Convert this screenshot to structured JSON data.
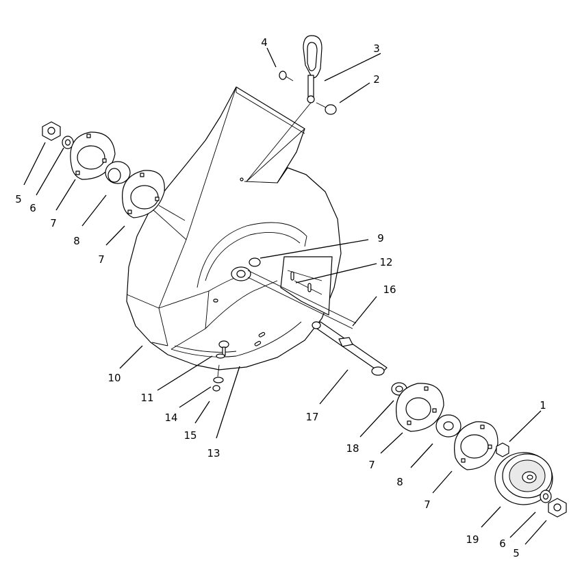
{
  "diagram": {
    "type": "exploded-parts-view",
    "callouts": [
      {
        "id": "c1",
        "text": "1"
      },
      {
        "id": "c2",
        "text": "2"
      },
      {
        "id": "c3",
        "text": "3"
      },
      {
        "id": "c4",
        "text": "4"
      },
      {
        "id": "c5a",
        "text": "5"
      },
      {
        "id": "c6a",
        "text": "6"
      },
      {
        "id": "c7a",
        "text": "7"
      },
      {
        "id": "c8a",
        "text": "8"
      },
      {
        "id": "c7b",
        "text": "7"
      },
      {
        "id": "c9",
        "text": "9"
      },
      {
        "id": "c12",
        "text": "12"
      },
      {
        "id": "c16",
        "text": "16"
      },
      {
        "id": "c10",
        "text": "10"
      },
      {
        "id": "c11",
        "text": "11"
      },
      {
        "id": "c14",
        "text": "14"
      },
      {
        "id": "c15",
        "text": "15"
      },
      {
        "id": "c13",
        "text": "13"
      },
      {
        "id": "c17",
        "text": "17"
      },
      {
        "id": "c18",
        "text": "18"
      },
      {
        "id": "c7c",
        "text": "7"
      },
      {
        "id": "c8b",
        "text": "8"
      },
      {
        "id": "c7d",
        "text": "7"
      },
      {
        "id": "c19",
        "text": "19"
      },
      {
        "id": "c6b",
        "text": "6"
      },
      {
        "id": "c5b",
        "text": "5"
      }
    ]
  }
}
